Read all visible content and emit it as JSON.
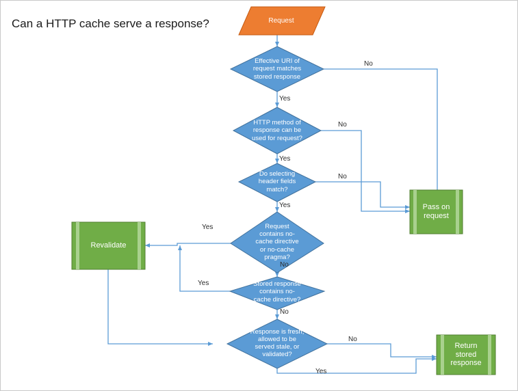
{
  "title": "Can a HTTP cache serve a response?",
  "colors": {
    "start_fill": "#ED7D31",
    "start_stroke": "#C55A11",
    "decision_fill": "#5B9BD5",
    "decision_stroke": "#41719C",
    "terminal_fill": "#70AD47",
    "terminal_stroke": "#507E32",
    "band": "#A9D18E",
    "connector": "#5B9BD5",
    "text": "#FFFFFF",
    "label_text": "#2B2B2B",
    "page_border": "#C8C8C8"
  },
  "nodes": [
    {
      "id": "request",
      "shape": "parallelogram",
      "label": "Request"
    },
    {
      "id": "uri_match",
      "shape": "diamond",
      "label": "Effective URI of\nrequest matches\nstored response"
    },
    {
      "id": "method_ok",
      "shape": "diamond",
      "label": "HTTP method  of\nresponse can be\nused for request?"
    },
    {
      "id": "headers_match",
      "shape": "diamond",
      "label": "Do selecting\nheader fields\nmatch?"
    },
    {
      "id": "request_nocache",
      "shape": "diamond",
      "label": "Request\ncontains no-\ncache directive\nor no-cache\npragma?"
    },
    {
      "id": "stored_nocache",
      "shape": "diamond",
      "label": "Stored response\ncontains no-\ncache directive?"
    },
    {
      "id": "fresh",
      "shape": "diamond",
      "label": "Response is fresh,\nallowed to be\nserved stale, or\nvalidated?"
    },
    {
      "id": "pass_on",
      "shape": "box",
      "label": "Pass on\nrequest"
    },
    {
      "id": "revalidate",
      "shape": "box",
      "label": "Revalidate"
    },
    {
      "id": "return_stored",
      "shape": "box",
      "label": "Return\nstored\nresponse"
    }
  ],
  "edge_labels": [
    {
      "id": "uri_no",
      "text": "No"
    },
    {
      "id": "uri_yes",
      "text": "Yes"
    },
    {
      "id": "method_no",
      "text": "No"
    },
    {
      "id": "method_yes",
      "text": "Yes"
    },
    {
      "id": "headers_no",
      "text": "No"
    },
    {
      "id": "headers_yes",
      "text": "Yes"
    },
    {
      "id": "reqnc_yes",
      "text": "Yes"
    },
    {
      "id": "reqnc_no",
      "text": "No"
    },
    {
      "id": "stnc_yes",
      "text": "Yes"
    },
    {
      "id": "stnc_no",
      "text": "No"
    },
    {
      "id": "fresh_no",
      "text": "No"
    },
    {
      "id": "fresh_yes",
      "text": "Yes"
    }
  ]
}
